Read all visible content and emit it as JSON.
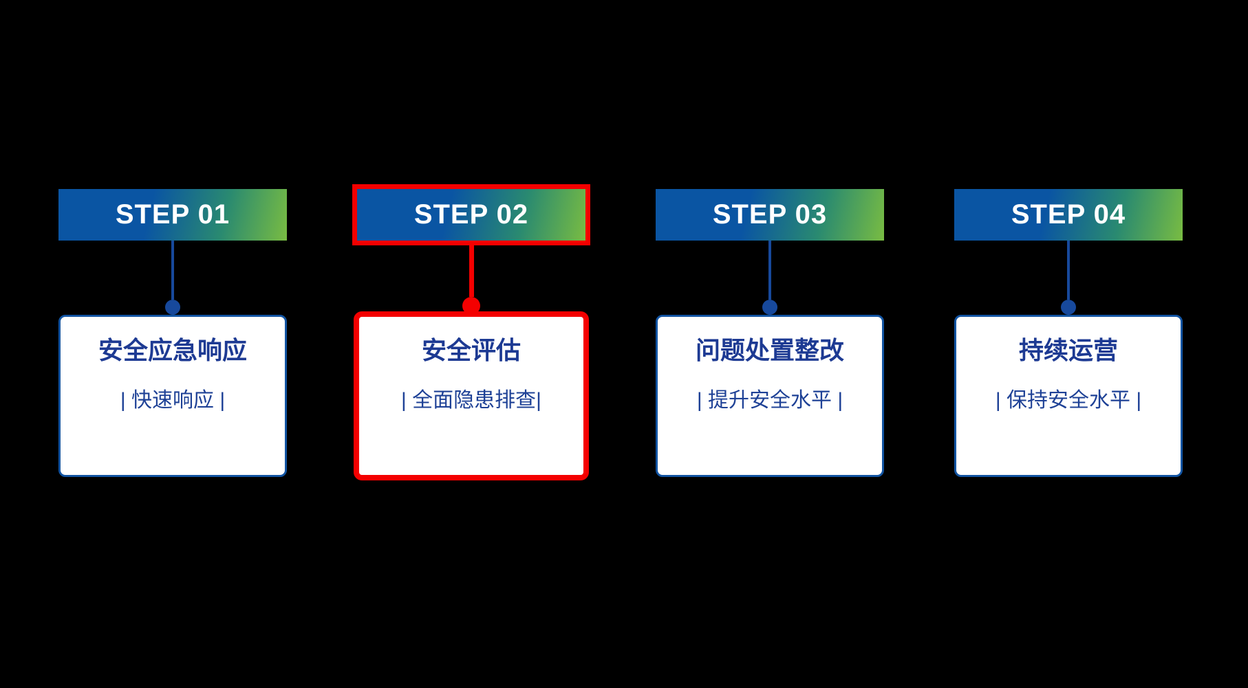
{
  "diagram": {
    "kind": "four-step process flow",
    "highlight_step_index": 1
  },
  "colors": {
    "canvas_bg": "#000000",
    "bar_blue": "#0a55a3",
    "bar_teal": "#2a8a70",
    "bar_green": "#79bc42",
    "bar_text": "#ffffff",
    "connector_blue": "#17499c",
    "card_border_blue": "#1254a2",
    "title_navy": "#1d3a93",
    "subtitle_blue": "#1e4196",
    "highlight_red": "#f40000"
  },
  "steps": [
    {
      "label": "STEP 01",
      "title": "安全应急响应",
      "subtitle": "| 快速响应 |",
      "highlighted": false
    },
    {
      "label": "STEP 02",
      "title": "安全评估",
      "subtitle": "| 全面隐患排查|",
      "highlighted": true
    },
    {
      "label": "STEP 03",
      "title": "问题处置整改",
      "subtitle": "| 提升安全水平 |",
      "highlighted": false
    },
    {
      "label": "STEP 04",
      "title": "持续运营",
      "subtitle": "| 保持安全水平 |",
      "highlighted": false
    }
  ]
}
